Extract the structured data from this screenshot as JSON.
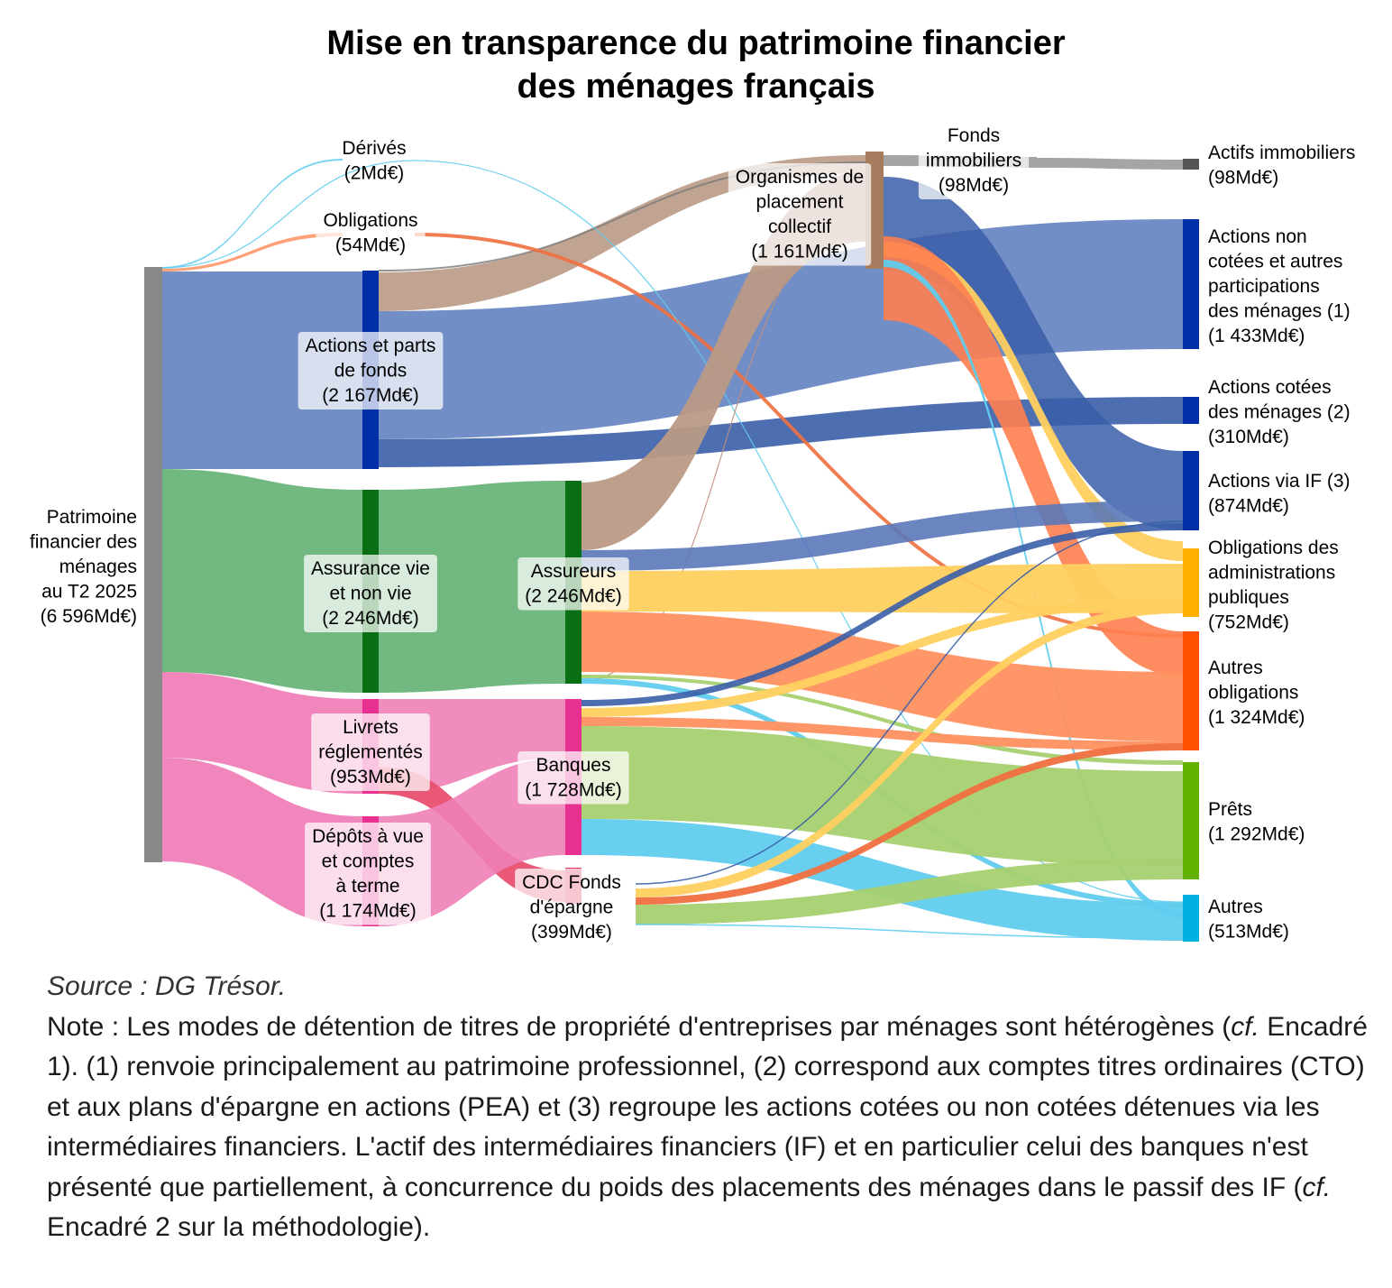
{
  "title": {
    "line1": "Mise en transparence du patrimoine financier",
    "line2": "des ménages français"
  },
  "nodes": [
    {
      "id": "root",
      "lines": [
        "Patrimoine",
        "financier des",
        "ménages",
        "au T2 2025",
        "(6 596Md€)"
      ],
      "color": "#888888"
    },
    {
      "id": "derives",
      "lines": [
        "Dérivés",
        "(2Md€)"
      ],
      "color": "#5bc8e8"
    },
    {
      "id": "obligations",
      "lines": [
        "Obligations",
        "(54Md€)"
      ],
      "color": "#f5885a"
    },
    {
      "id": "actions_parts",
      "lines": [
        "Actions et parts",
        "de fonds",
        "(2 167Md€)"
      ],
      "color": "#002fa7"
    },
    {
      "id": "assurance",
      "lines": [
        "Assurance vie",
        "et non vie",
        "(2 246Md€)"
      ],
      "color": "#0a6e14"
    },
    {
      "id": "livrets",
      "lines": [
        "Livrets",
        "réglementés",
        "(953Md€)"
      ],
      "color": "#e83090"
    },
    {
      "id": "depots",
      "lines": [
        "Dépôts à vue",
        "et comptes",
        "à terme",
        "(1 174Md€)"
      ],
      "color": "#e83090"
    },
    {
      "id": "assureurs",
      "lines": [
        "Assureurs",
        "(2 246Md€)"
      ],
      "color": "#0a6e14"
    },
    {
      "id": "banques",
      "lines": [
        "Banques",
        "(1 728Md€)"
      ],
      "color": "#e83090"
    },
    {
      "id": "cdc",
      "lines": [
        "CDC Fonds",
        "d'épargne",
        "(399Md€)"
      ],
      "color": "#e0355c"
    },
    {
      "id": "opc",
      "lines": [
        "Organismes de",
        "placement",
        "collectif",
        "(1 161Md€)"
      ],
      "color": "#a67c5e"
    },
    {
      "id": "fonds_immo",
      "lines": [
        "Fonds",
        "immobiliers",
        "(98Md€)"
      ],
      "color": "#999999"
    },
    {
      "id": "actifs_immo",
      "lines": [
        "Actifs immobiliers",
        "(98Md€)"
      ],
      "color": "#555555"
    },
    {
      "id": "act_non_cotees",
      "lines": [
        "Actions non",
        "cotées et autres",
        "participations",
        "des ménages (1)",
        "(1 433Md€)"
      ],
      "color": "#002fa7"
    },
    {
      "id": "act_cotees",
      "lines": [
        "Actions cotées",
        "des ménages (2)",
        "(310Md€)"
      ],
      "color": "#002fa7"
    },
    {
      "id": "act_if",
      "lines": [
        "Actions via IF (3)",
        "(874Md€)"
      ],
      "color": "#002fa7"
    },
    {
      "id": "oblig_apu",
      "lines": [
        "Obligations des",
        "administrations",
        "publiques",
        "(752Md€)"
      ],
      "color": "#ffb000"
    },
    {
      "id": "autres_oblig",
      "lines": [
        "Autres",
        "obligations",
        "(1 324Md€)"
      ],
      "color": "#ff5000"
    },
    {
      "id": "prets",
      "lines": [
        "Prêts",
        "(1 292Md€)"
      ],
      "color": "#62b000"
    },
    {
      "id": "autres",
      "lines": [
        "Autres",
        "(513Md€)"
      ],
      "color": "#00b0e0"
    }
  ],
  "colors": {
    "actions_flow": "#6a88c4",
    "assurance_flow": "#6ab47a",
    "bank_flow": "#f080b8",
    "opc_flow": "#b99a85",
    "cdc_flow": "#e8506e",
    "oblig_apu_flow": "#ffd060",
    "autres_oblig_flow": "#ff9060",
    "prets_flow": "#a8d070",
    "autres_flow": "#60ccee",
    "immo_flow": "#a0a0a0"
  },
  "note": {
    "source": "Source : DG Trésor.",
    "p1": "Note : Les modes de détention de titres de propriété d'entreprises par ménages sont hétérogènes (",
    "cf1": "cf.",
    "p2": " Encadré 1). (1) renvoie principalement au patrimoine professionnel, (2) correspond aux comptes titres ordinaires (CTO) et aux plans d'épargne en actions (PEA) et (3) regroupe les actions cotées ou non cotées détenues via les intermédiaires financiers. L'actif des intermédiaires financiers (IF) et en particulier celui des banques n'est présenté que partiellement, à concurrence du poids des placements des ménages dans le passif des IF (",
    "cf2": "cf.",
    "p3": " Encadré 2 sur la méthodologie)."
  }
}
